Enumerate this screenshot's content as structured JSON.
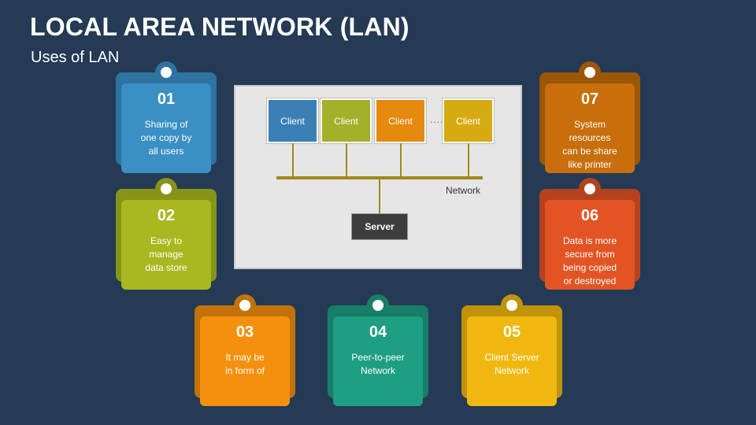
{
  "header": {
    "title": "LOCAL AREA NETWORK (LAN)",
    "subtitle": "Uses of LAN"
  },
  "diagram": {
    "clients": [
      "Client",
      "Client",
      "Client",
      "Client"
    ],
    "ellipsis": "....",
    "network_label": "Network",
    "server_label": "Server"
  },
  "cards": [
    {
      "num": "01",
      "text": "Sharing of\none copy by\nall users"
    },
    {
      "num": "02",
      "text": "Easy to\nmanage\ndata store"
    },
    {
      "num": "03",
      "text": "It may be\nin form of"
    },
    {
      "num": "04",
      "text": "Peer-to-peer\nNetwork"
    },
    {
      "num": "05",
      "text": "Client Server\nNetwork"
    },
    {
      "num": "06",
      "text": "Data is more\nsecure from\nbeing copied\nor destroyed"
    },
    {
      "num": "07",
      "text": "System\nresources\ncan be share\nlike printer"
    }
  ],
  "colors": {
    "background": "#243a55",
    "card_01": "#3a8fc4",
    "card_02": "#a9b820",
    "card_03": "#f5900e",
    "card_04": "#1e9e82",
    "card_05": "#f0b80e",
    "card_06": "#e35425",
    "card_07": "#c96e0c",
    "client_1": "#3b80b4",
    "client_2": "#a2b02a",
    "client_3": "#e6890f",
    "client_4": "#d8aa12"
  }
}
